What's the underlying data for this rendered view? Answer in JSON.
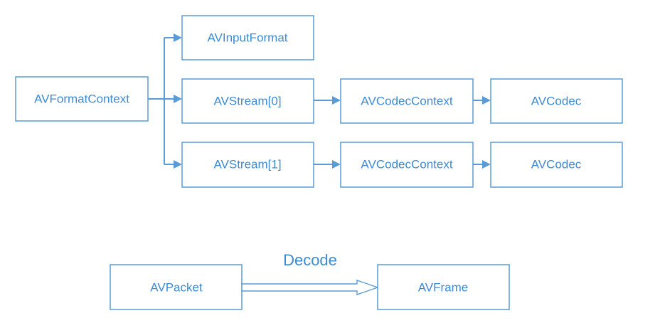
{
  "nodes": {
    "format_context": "AVFormatContext",
    "input_format": "AVInputFormat",
    "stream_0": "AVStream[0]",
    "stream_1": "AVStream[1]",
    "codec_context_0": "AVCodecContext",
    "codec_context_1": "AVCodecContext",
    "codec_0": "AVCodec",
    "codec_1": "AVCodec",
    "packet": "AVPacket",
    "frame": "AVFrame"
  },
  "labels": {
    "decode": "Decode"
  },
  "colors": {
    "line": "#5b9bd5",
    "text": "#3c8ad4",
    "background": "#ffffff"
  }
}
